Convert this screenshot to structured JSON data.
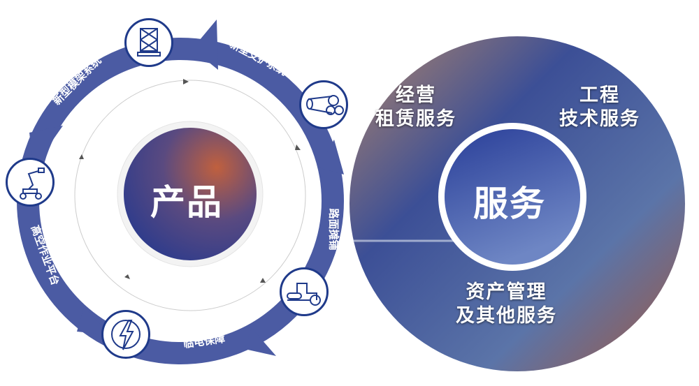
{
  "products": {
    "center_label": "产品",
    "segments": [
      {
        "label": "新型支护系统",
        "icon": "pipe-bundle-icon"
      },
      {
        "label": "新型模架系统",
        "icon": "scaffold-icon"
      },
      {
        "label": "高空作业平台",
        "icon": "boom-lift-icon"
      },
      {
        "label": "临电保障",
        "icon": "lightning-icon"
      },
      {
        "label": "路面摊铺",
        "icon": "road-roller-icon"
      }
    ]
  },
  "services": {
    "center_label": "服务",
    "items": [
      {
        "line1": "经营",
        "line2": "租赁服务"
      },
      {
        "line1": "工程",
        "line2": "技术服务"
      },
      {
        "line1": "资产管理",
        "line2": "及其他服务"
      }
    ]
  },
  "colors": {
    "ring": "#4b5ba3",
    "border": "#1f3a8a",
    "center": "#2d3f94"
  }
}
